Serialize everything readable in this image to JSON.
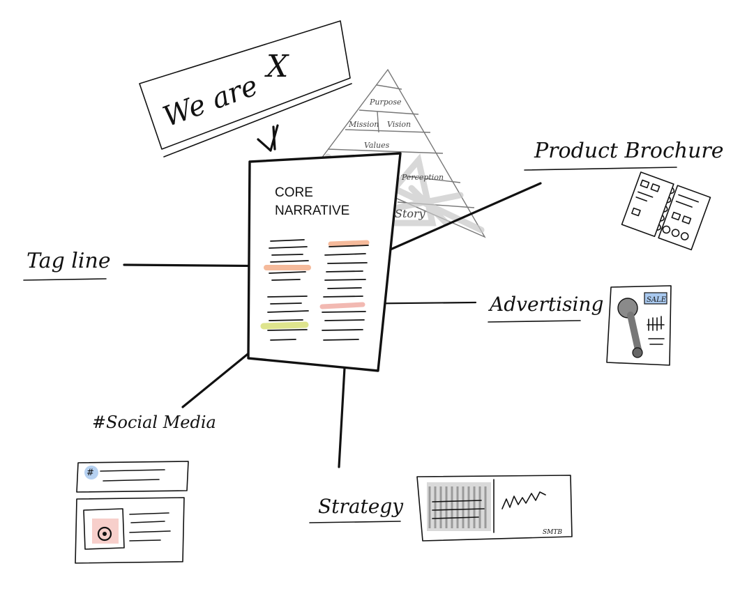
{
  "banner": {
    "text": "We are",
    "mark": "X"
  },
  "core": {
    "line1": "CORE",
    "line2": "NARRATIVE"
  },
  "pyramid": {
    "levels": [
      "Purpose",
      "Mission",
      "Vision",
      "Values",
      "Perception",
      "Story"
    ]
  },
  "labels": {
    "tagline": "Tag line",
    "product_brochure": "Product Brochure",
    "advertising": "Advertising",
    "social_media": "#Social Media",
    "strategy": "Strategy"
  },
  "thumbs": {
    "social_hashtag": "#",
    "advert_badge": "SALE",
    "strategy_corner": "SMTB"
  },
  "colors": {
    "ink": "#111111",
    "highlight_orange": "#f2a37a",
    "highlight_yellow": "#d9e07a",
    "highlight_pink": "#f0a8a0",
    "badge_blue": "#a9c9ef",
    "scribble_gray": "#9a9a9a"
  }
}
